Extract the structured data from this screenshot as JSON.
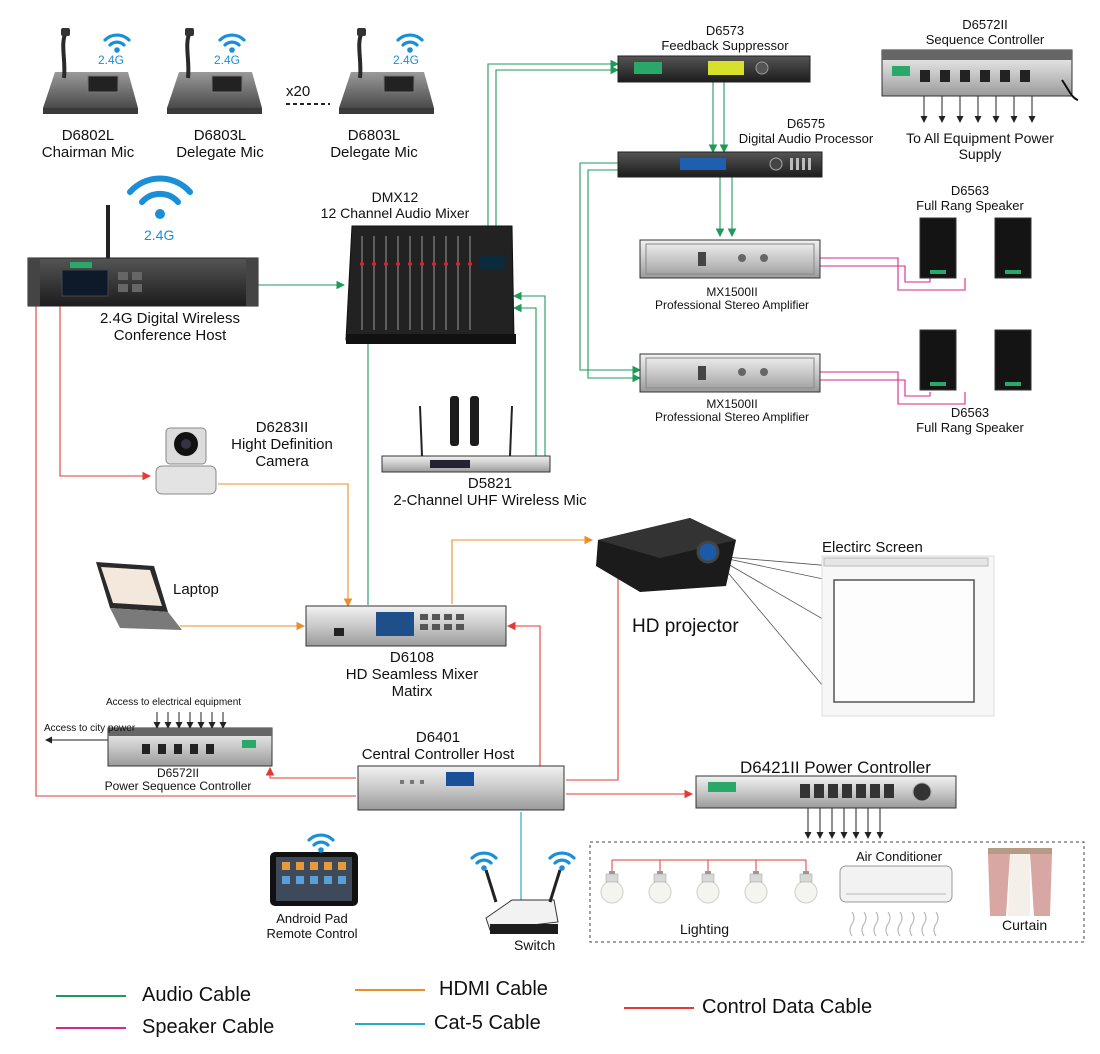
{
  "devices": {
    "chairman_mic": {
      "model": "D6802L",
      "name": "Chairman Mic",
      "band": "2.4G"
    },
    "delegate_mic_1": {
      "model": "D6803L",
      "name": "Delegate Mic",
      "band": "2.4G"
    },
    "delegate_mic_2": {
      "model": "D6803L",
      "name": "Delegate Mic",
      "band": "2.4G"
    },
    "mic_count": "x20",
    "conference_host": {
      "band": "2.4G",
      "line1": "2.4G Digital Wireless",
      "line2": "Conference Host"
    },
    "audio_mixer": {
      "model": "DMX12",
      "name": "12 Channel Audio Mixer"
    },
    "feedback_suppressor": {
      "model": "D6573",
      "name": "Feedback Suppressor"
    },
    "sequence_controller_top": {
      "model": "D6572II",
      "name": "Sequence Controller",
      "note_line1": "To All Equipment Power",
      "note_line2": "Supply"
    },
    "audio_processor": {
      "model": "D6575",
      "name": "Digital Audio Processor"
    },
    "speaker_top": {
      "model": "D6563",
      "name": "Full Rang Speaker"
    },
    "amplifier_1": {
      "model": "MX1500II",
      "name": "Professional Stereo Amplifier"
    },
    "amplifier_2": {
      "model": "MX1500II",
      "name": "Professional Stereo Amplifier"
    },
    "speaker_bottom": {
      "model": "D6563",
      "name": "Full Rang Speaker"
    },
    "camera": {
      "model": "D6283II",
      "line1": "Hight Definition",
      "line2": "Camera"
    },
    "wireless_mic": {
      "model": "D5821",
      "name": "2-Channel UHF Wireless Mic"
    },
    "projector": {
      "name": "HD projector"
    },
    "screen": {
      "name": "Electirc Screen"
    },
    "laptop": {
      "name": "Laptop"
    },
    "seamless_mixer": {
      "model": "D6108",
      "line1": "HD Seamless Mixer",
      "line2": "Matirx"
    },
    "power_sequence": {
      "access_electrical": "Access to electrical equipment",
      "access_city": "Access to city power",
      "model": "D6572II",
      "name": "Power Sequence Controller"
    },
    "central_controller": {
      "model": "D6401",
      "name": "Central Controller Host"
    },
    "power_controller": {
      "title": "D6421II Power Controller"
    },
    "android_pad": {
      "line1": "Android Pad",
      "line2": "Remote Control"
    },
    "switch": {
      "name": "Switch"
    },
    "air_conditioner": {
      "name": "Air Conditioner"
    },
    "lighting": {
      "name": "Lighting"
    },
    "curtain": {
      "name": "Curtain"
    }
  },
  "legend": {
    "audio": {
      "label": "Audio Cable",
      "color": "#1e9a5a"
    },
    "speaker": {
      "label": "Speaker Cable",
      "color": "#d6278a"
    },
    "hdmi": {
      "label": "HDMI Cable",
      "color": "#ef8c2a"
    },
    "cat5": {
      "label": "Cat-5 Cable",
      "color": "#29a8c9"
    },
    "control": {
      "label": "Control Data Cable",
      "color": "#e53935"
    }
  },
  "icons": [
    "wifi-icon",
    "conference-mic-icon",
    "rack-device-icon",
    "speaker-icon",
    "camera-icon",
    "laptop-icon",
    "projector-icon",
    "projection-screen-icon",
    "tablet-icon",
    "router-icon",
    "light-bulb-icon",
    "air-conditioner-icon",
    "curtain-icon",
    "arrow-icon"
  ]
}
